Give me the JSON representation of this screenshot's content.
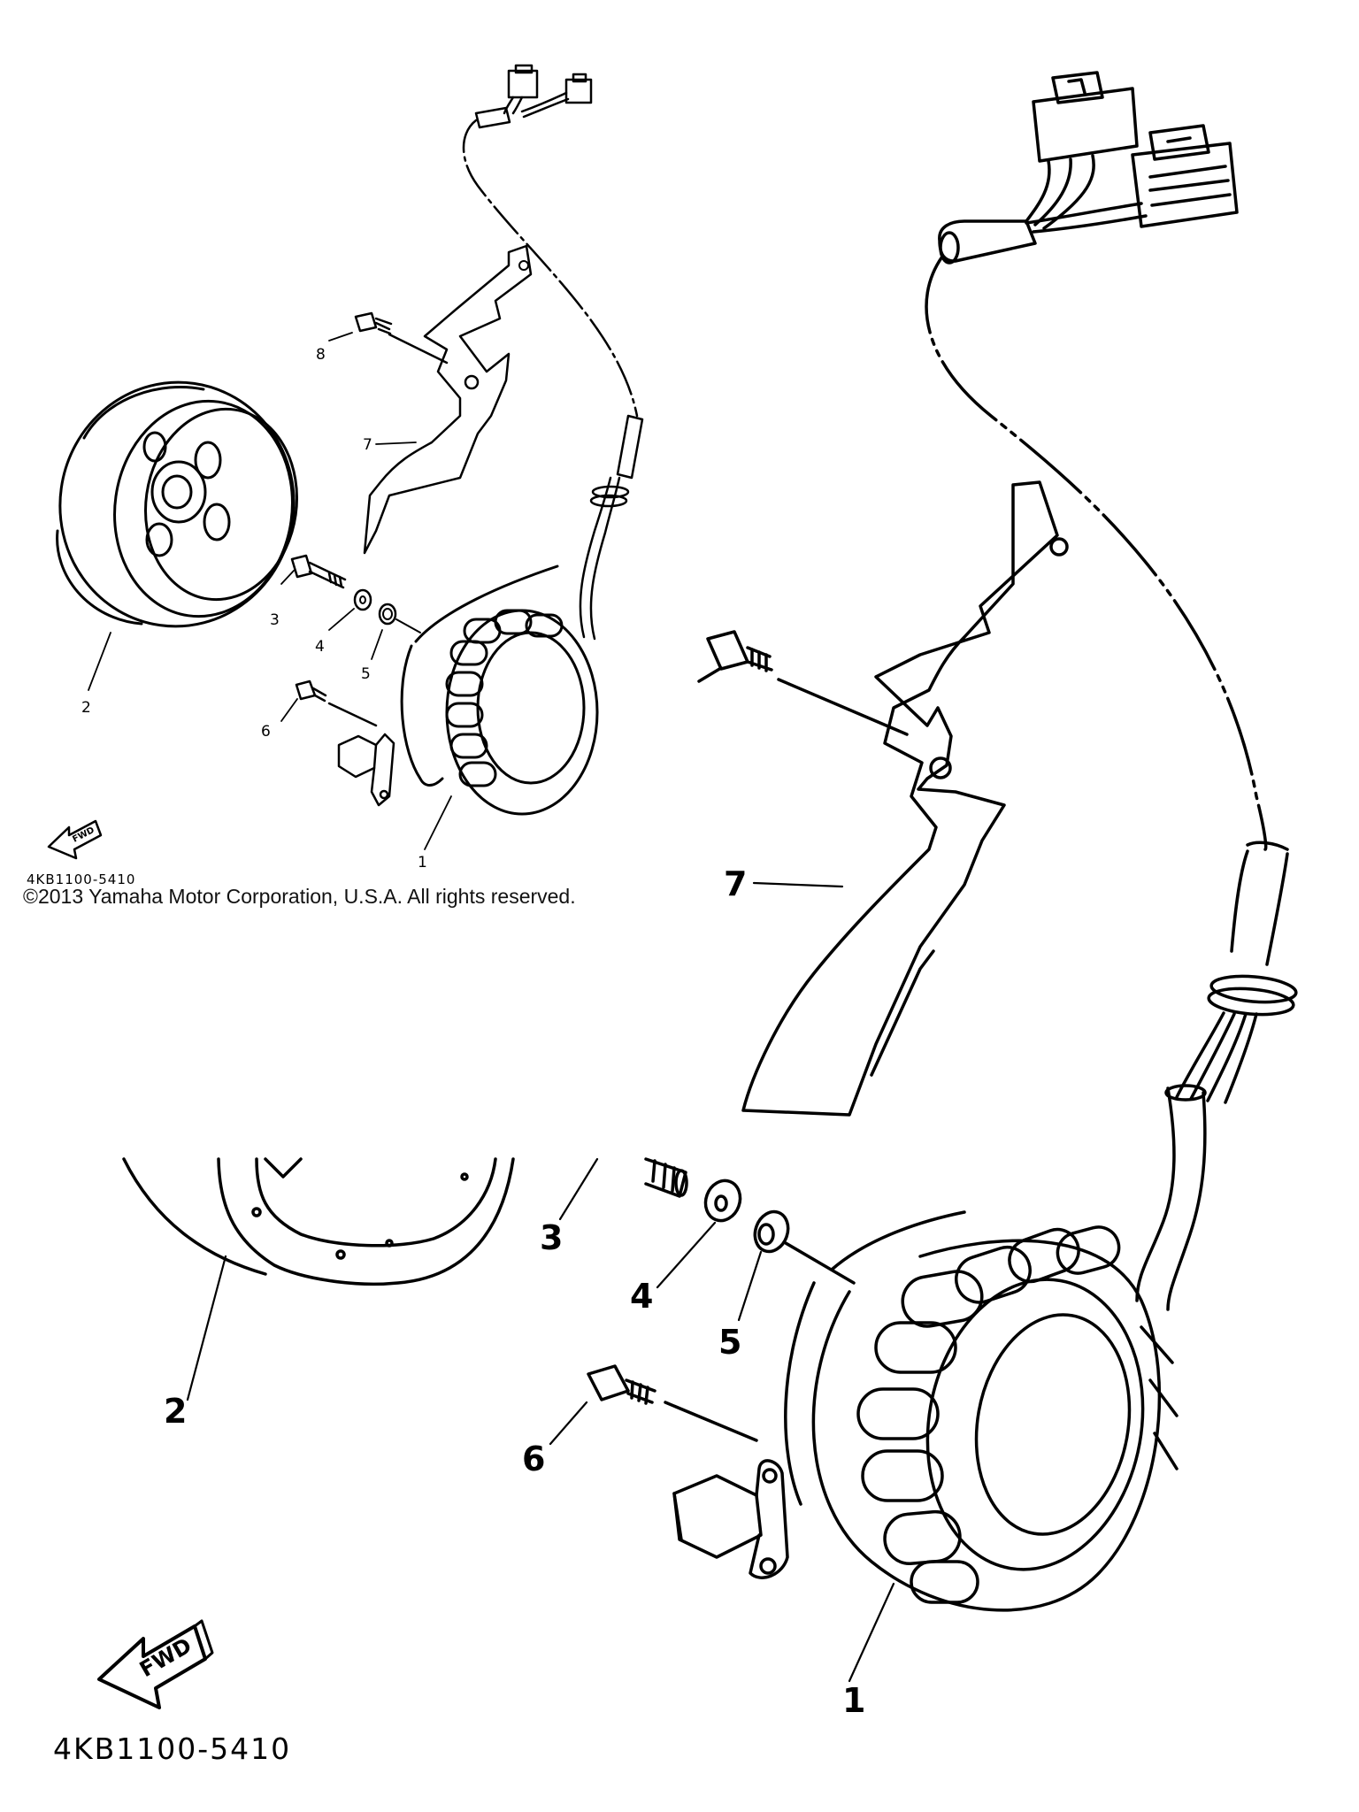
{
  "copyright": "©2013 Yamaha Motor Corporation, U.S.A. All rights reserved.",
  "diagram_code": "4KB1100-5410",
  "fwd_label": "FWD",
  "small_view": {
    "callouts": [
      "1",
      "2",
      "3",
      "4",
      "5",
      "6",
      "7",
      "8"
    ]
  },
  "large_view": {
    "callouts": [
      "1",
      "2",
      "3",
      "4",
      "5",
      "6",
      "7"
    ]
  }
}
